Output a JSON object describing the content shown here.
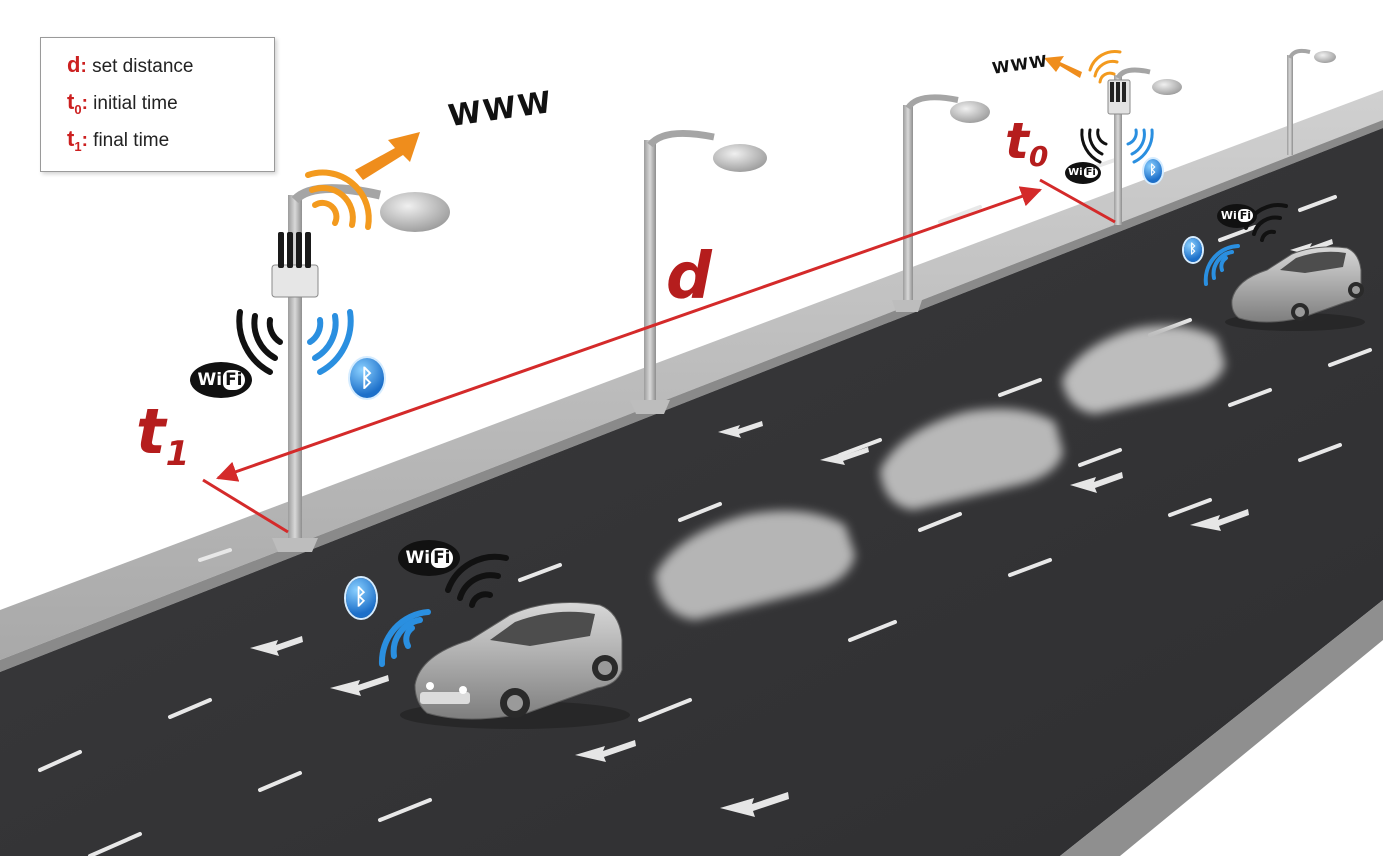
{
  "legend": {
    "d": {
      "symbol": "d",
      "colon": ":",
      "label": "set distance"
    },
    "t0": {
      "symbol": "t",
      "sub": "0",
      "colon": ":",
      "label": "initial time"
    },
    "t1": {
      "symbol": "t",
      "sub": "1",
      "colon": ":",
      "label": "final time"
    }
  },
  "labels": {
    "www_near": "WWW",
    "www_far": "WWW",
    "d": "d",
    "t0": "t",
    "t0_sub": "0",
    "t1": "t",
    "t1_sub": "1"
  },
  "badges": {
    "wifi_wi": "Wi",
    "wifi_fi": "Fi",
    "bluetooth": "ᛒ"
  },
  "colors": {
    "road": "#3d3d3f",
    "sidewalk": "#b4b4b4",
    "marker_red": "#d42a2a",
    "label_red": "#b51d1d",
    "signal_orange": "#f39a1e",
    "signal_blue": "#2a8fe0",
    "signal_black": "#111111"
  }
}
